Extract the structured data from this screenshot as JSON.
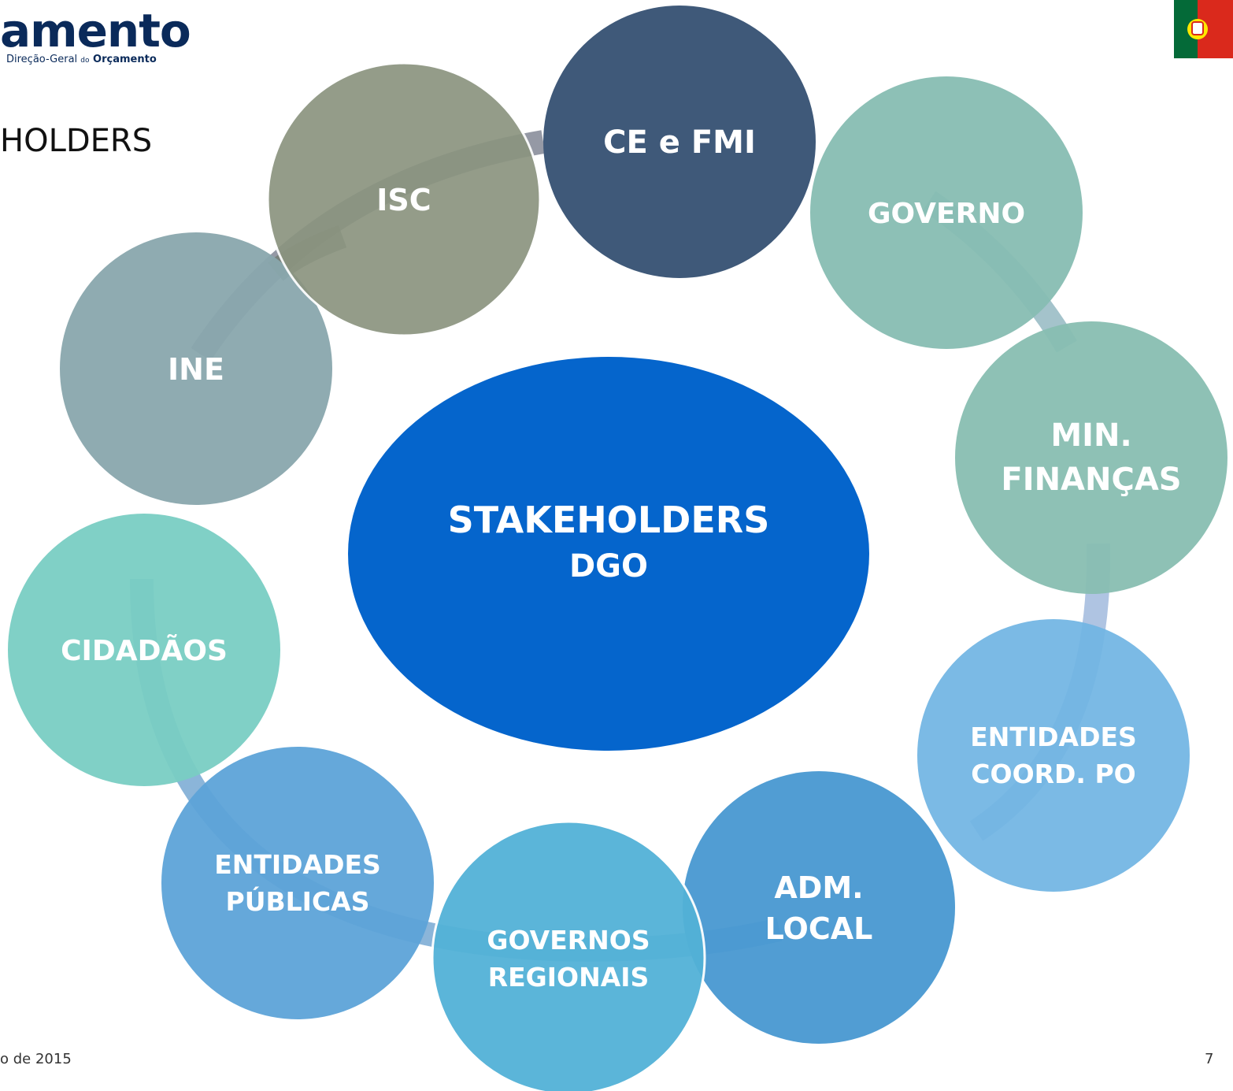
{
  "header": {
    "logo_text": "amento",
    "logo_sub_prefix": "Direção-Geral ",
    "logo_sub_small": "do",
    "logo_sub_suffix": " Orçamento",
    "title_fragment": "HOLDERS"
  },
  "footer": {
    "date_fragment": "o de 2015",
    "page_number": "7"
  },
  "diagram": {
    "center": {
      "line1": "STAKEHOLDERS",
      "line2": "DGO",
      "color": "#0565cc"
    },
    "nodes": [
      {
        "id": "ce-fmi",
        "lines": [
          "CE e FMI"
        ],
        "color": "#3f5979"
      },
      {
        "id": "isc",
        "lines": [
          "ISC"
        ],
        "color": "#8b9480"
      },
      {
        "id": "governo",
        "lines": [
          "GOVERNO"
        ],
        "color": "#87bdb2"
      },
      {
        "id": "min-financas",
        "lines": [
          "MIN.",
          "FINANÇAS"
        ],
        "color": "#88beb1"
      },
      {
        "id": "ine",
        "lines": [
          "INE"
        ],
        "color": "#89a6ad"
      },
      {
        "id": "cidadaos",
        "lines": [
          "CIDADÃOS"
        ],
        "color": "#79cdc3"
      },
      {
        "id": "entidades-coord-po",
        "lines": [
          "ENTIDADES",
          "COORD. PO"
        ],
        "color": "#71b5e3"
      },
      {
        "id": "adm-local",
        "lines": [
          "ADM.",
          "LOCAL"
        ],
        "color": "#4a99d1"
      },
      {
        "id": "entidades-publicas",
        "lines": [
          "ENTIDADES",
          "PÚBLICAS"
        ],
        "color": "#5da3d8"
      },
      {
        "id": "governos-regionais",
        "lines": [
          "GOVERNOS",
          "REGIONAIS"
        ],
        "color": "#53b2d7"
      }
    ]
  }
}
